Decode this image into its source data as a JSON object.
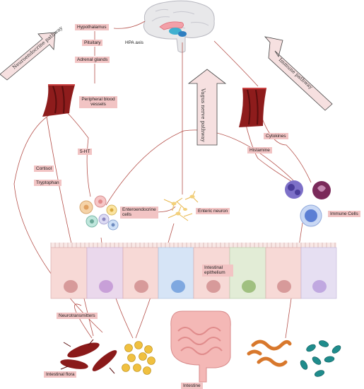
{
  "labels": {
    "hypothalamus": "Hypothalamus",
    "pituitary": "Pituitary",
    "hpa_axis": "HPA axis",
    "adrenal_glands": "Adrenal glands",
    "peripheral_blood_vessels": "Peripheral blood vessels",
    "five_ht": "5-HT",
    "cortisol": "Cortisol",
    "tryptophan": "Tryptophan",
    "cytokines": "Cytokines",
    "histamine": "Histamine",
    "enteroendocrine_cells": "Enteroendocrine cells",
    "enteric_neuron": "Enteric neuron",
    "immune_cells": "Immune Cells",
    "intestinal_epithelium": "Intestinal epithelium",
    "neurotransmitters": "Neurotransmitters",
    "intestinal_flora": "Intestinal flora",
    "intestine": "Intestine"
  },
  "pathways": {
    "neuroendocrine": "Neuroendocrine pathway",
    "vagus": "Vagus nerve pathway",
    "immune": "Immune pathway"
  },
  "colors": {
    "label_bg": "#f2c4c4",
    "connector": "#b5504a",
    "arrow_fill": "#f6e0e0",
    "vessel": "#8e1c1c"
  }
}
